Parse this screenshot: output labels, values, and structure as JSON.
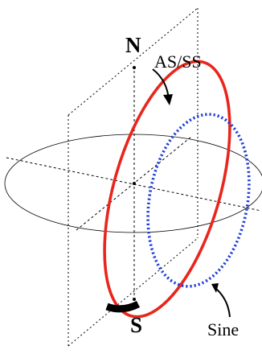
{
  "labels": {
    "north": "N",
    "south": "S",
    "as_ss": "AS/SS",
    "sine": "Sine"
  },
  "colors": {
    "as_ss_curve": "#e8261c",
    "sine_curve": "#1f3fd6",
    "outline": "#000000",
    "background": "#ffffff"
  }
}
